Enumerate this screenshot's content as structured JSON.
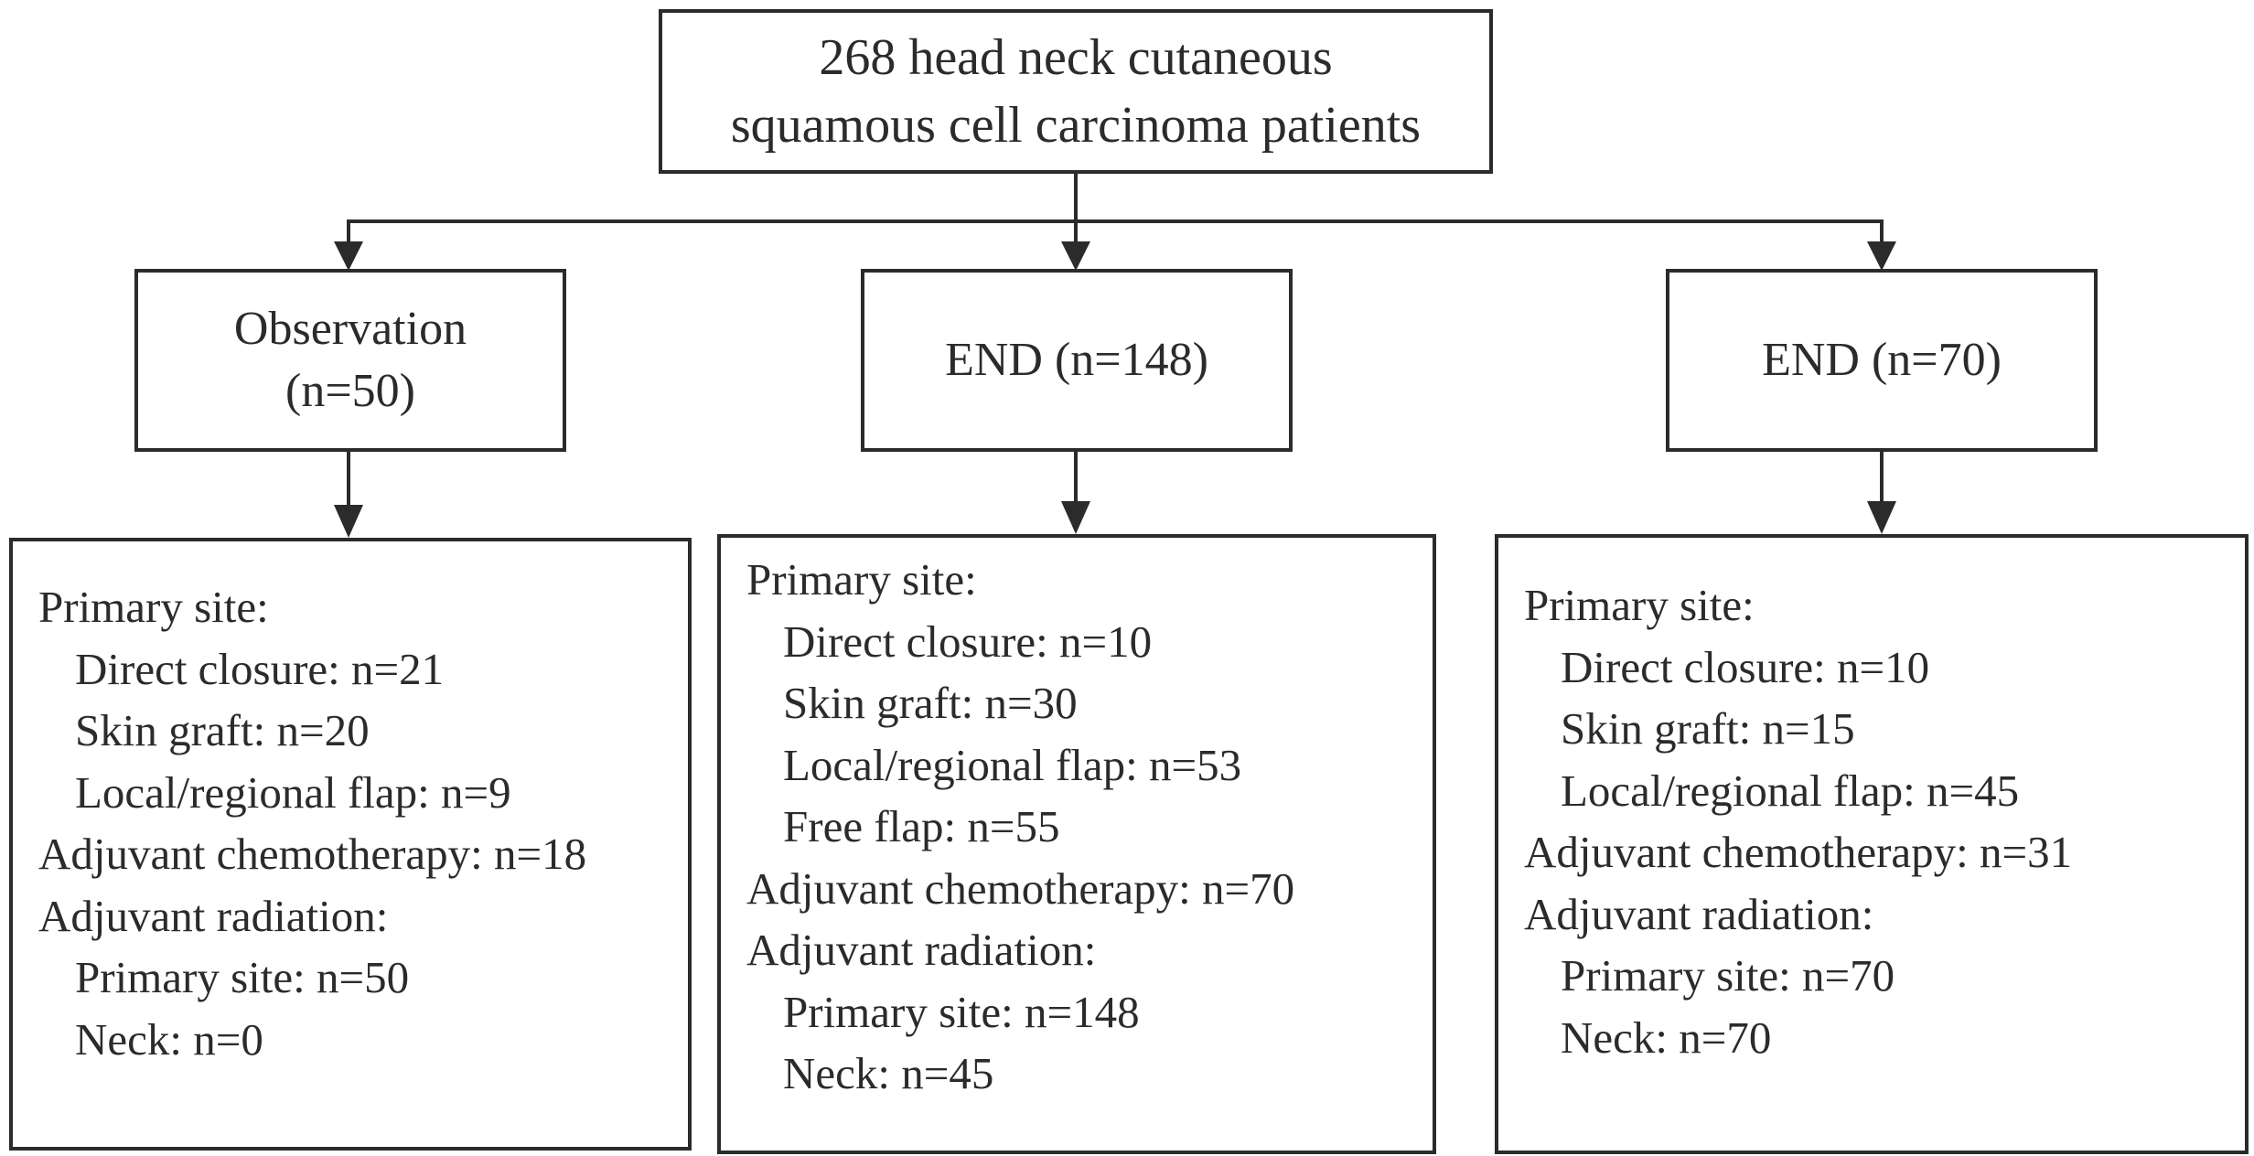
{
  "root": {
    "line1": "268 head neck cutaneous",
    "line2": "squamous cell carcinoma patients"
  },
  "groups": [
    {
      "title_line1": "Observation",
      "title_line2": "(n=50)",
      "details": {
        "primary_site_header": "Primary site:",
        "direct_closure": "Direct closure: n=21",
        "skin_graft": "Skin graft: n=20",
        "local_regional_flap": "Local/regional flap: n=9",
        "adjuvant_chemo": "Adjuvant chemotherapy: n=18",
        "adjuvant_radiation_header": "Adjuvant radiation:",
        "radiation_primary_site": "Primary site: n=50",
        "radiation_neck": "Neck: n=0"
      }
    },
    {
      "title_line1": "END (n=148)",
      "details": {
        "primary_site_header": "Primary site:",
        "direct_closure": "Direct closure: n=10",
        "skin_graft": "Skin graft: n=30",
        "local_regional_flap": "Local/regional flap: n=53",
        "free_flap": "Free flap: n=55",
        "adjuvant_chemo": "Adjuvant chemotherapy: n=70",
        "adjuvant_radiation_header": "Adjuvant radiation:",
        "radiation_primary_site": "Primary site: n=148",
        "radiation_neck": "Neck: n=45"
      }
    },
    {
      "title_line1": "END (n=70)",
      "details": {
        "primary_site_header": "Primary site:",
        "direct_closure": "Direct closure: n=10",
        "skin_graft": "Skin graft: n=15",
        "local_regional_flap": "Local/regional flap: n=45",
        "adjuvant_chemo": "Adjuvant chemotherapy: n=31",
        "adjuvant_radiation_header": "Adjuvant radiation:",
        "radiation_primary_site": "Primary site: n=70",
        "radiation_neck": "Neck: n=70"
      }
    }
  ],
  "colors": {
    "stroke": "#2b2b2b",
    "background": "#ffffff"
  }
}
